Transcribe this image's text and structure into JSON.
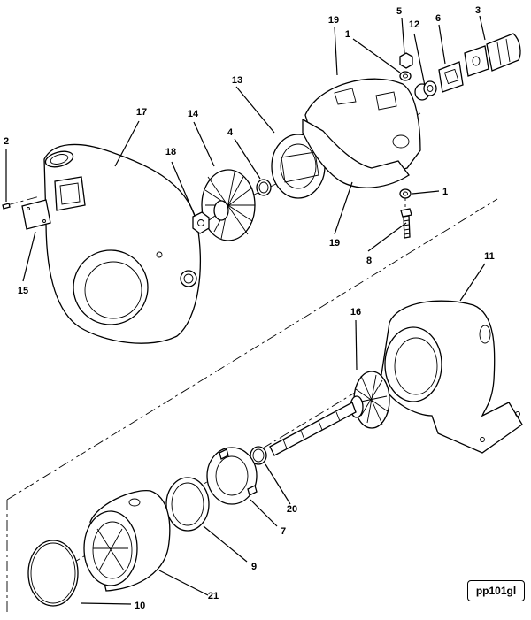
{
  "diagram": {
    "reference_code": "pp101gl",
    "callouts": [
      {
        "key": "c1a",
        "text": "1"
      },
      {
        "key": "c1b",
        "text": "1"
      },
      {
        "key": "c2",
        "text": "2"
      },
      {
        "key": "c3",
        "text": "3"
      },
      {
        "key": "c4",
        "text": "4"
      },
      {
        "key": "c5",
        "text": "5"
      },
      {
        "key": "c6",
        "text": "6"
      },
      {
        "key": "c7",
        "text": "7"
      },
      {
        "key": "c8",
        "text": "8"
      },
      {
        "key": "c9",
        "text": "9"
      },
      {
        "key": "c10",
        "text": "10"
      },
      {
        "key": "c11",
        "text": "11"
      },
      {
        "key": "c12",
        "text": "12"
      },
      {
        "key": "c13",
        "text": "13"
      },
      {
        "key": "c14",
        "text": "14"
      },
      {
        "key": "c15",
        "text": "15"
      },
      {
        "key": "c16",
        "text": "16"
      },
      {
        "key": "c17",
        "text": "17"
      },
      {
        "key": "c18",
        "text": "18"
      },
      {
        "key": "c19a",
        "text": "19"
      },
      {
        "key": "c19b",
        "text": "19"
      },
      {
        "key": "c20",
        "text": "20"
      },
      {
        "key": "c21",
        "text": "21"
      }
    ]
  }
}
